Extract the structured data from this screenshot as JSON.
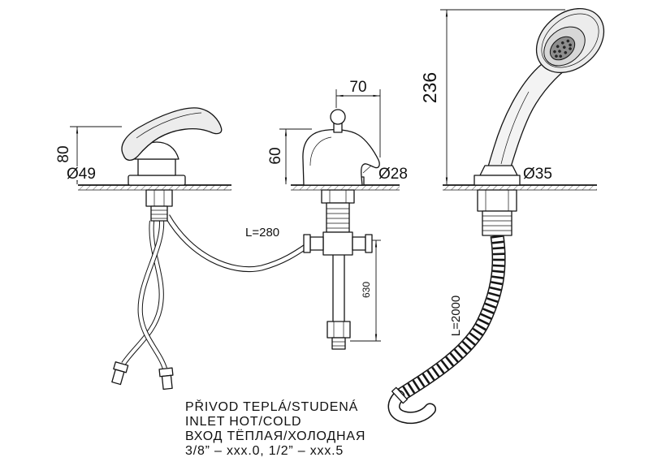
{
  "drawing": {
    "dims": {
      "handle_height": "80",
      "handle_hole_dia": "Ø49",
      "spout_span": "70",
      "spout_height": "60",
      "spout_hole_dia": "Ø28",
      "shower_height": "236",
      "shower_hole_dia": "Ø35",
      "connect_hose_len": "L=280",
      "drop_pipe_len": "630",
      "shower_hose_len": "L=2000"
    },
    "notes": [
      "PŘIVOD TEPLÁ/STUDENÁ",
      "INLET HOT/COLD",
      "ВХОД ТЁПЛАЯ/ХОЛОДНАЯ",
      "3/8” – xxx.0,  1/2” – xxx.5"
    ],
    "colors": {
      "line": "#141414",
      "background": "#ffffff",
      "shade_light": "#ececec",
      "shade_mid": "#d7d7d7",
      "shade_dark": "#8e8e8e"
    }
  }
}
